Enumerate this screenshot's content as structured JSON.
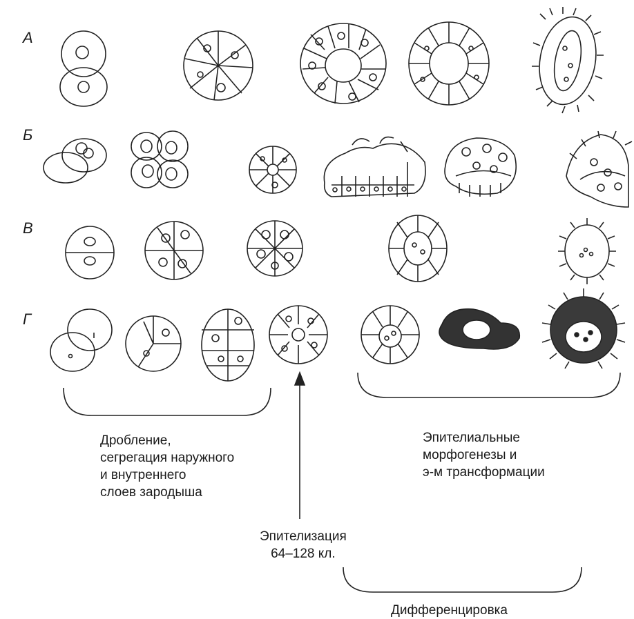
{
  "row_labels": [
    "А",
    "Б",
    "В",
    "Г"
  ],
  "captions": {
    "cleavage": "Дробление,\nсегрегация наружного\nи внутреннего\nслоев зародыша",
    "epithelialization": "Эпителизация\n64–128 кл.",
    "morphogenesis": "Эпителиальные\nморфогенезы и\nэ-м трансформации",
    "differentiation": "Дифференцировка"
  }
}
